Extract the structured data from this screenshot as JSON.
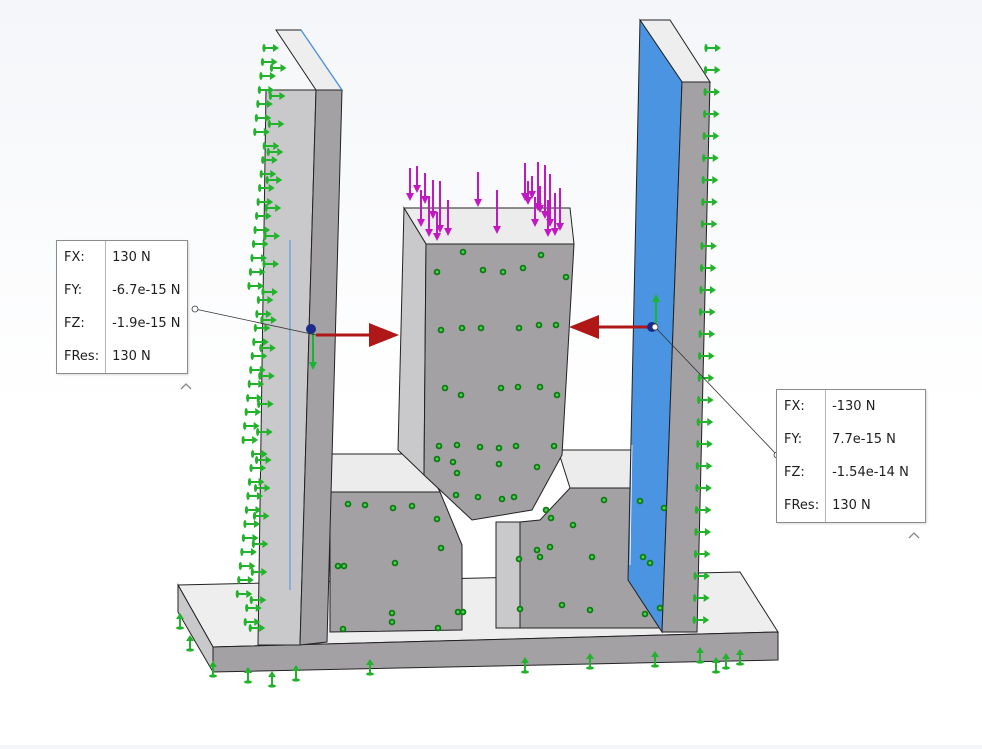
{
  "viewport": {
    "model": {
      "colors": {
        "part_face": "#a3a1a4",
        "part_top": "#ececec",
        "part_side": "#c9c9cb",
        "selected_face": "#4a94e2",
        "fixture_arrow": "#22b22c",
        "load_arrow": "#c218c2",
        "reaction_arrow": "#b01818",
        "triad_y": "#16b634"
      }
    },
    "force_table_left": {
      "rows": [
        {
          "label": "FX:",
          "value": "130 N"
        },
        {
          "label": "FY:",
          "value": "-6.7e-15 N"
        },
        {
          "label": "FZ:",
          "value": "-1.9e-15 N"
        },
        {
          "label": "FRes:",
          "value": "130 N"
        }
      ],
      "collapse_icon": "chevron-up-icon"
    },
    "force_table_right": {
      "rows": [
        {
          "label": "FX:",
          "value": "-130 N"
        },
        {
          "label": "FY:",
          "value": "7.7e-15 N"
        },
        {
          "label": "FZ:",
          "value": "-1.54e-14 N"
        },
        {
          "label": "FRes:",
          "value": "130 N"
        }
      ],
      "collapse_icon": "chevron-up-icon"
    }
  }
}
